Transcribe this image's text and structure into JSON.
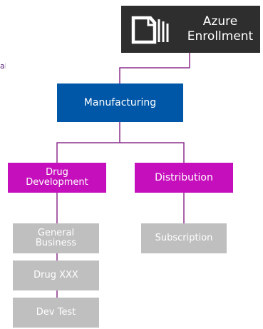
{
  "edge_text": "al",
  "enrollment": {
    "title_line1": "Azure",
    "title_line2": "Enrollment",
    "logo_icon": "document-stack-icon"
  },
  "departments": [
    {
      "label": "Manufacturing"
    }
  ],
  "accounts": [
    {
      "line1": "Drug",
      "line2": "Development"
    },
    {
      "line1": "Distribution",
      "line2": ""
    }
  ],
  "subscriptions": [
    {
      "line1": "General",
      "line2": "Business"
    },
    {
      "line1": "Drug XXX",
      "line2": ""
    },
    {
      "line1": "Dev Test",
      "line2": ""
    },
    {
      "line1": "Subscription",
      "line2": ""
    }
  ],
  "colors": {
    "enrollment": "#2e2e2e",
    "department": "#0057a8",
    "account": "#c60fbc",
    "subscription": "#bfbfbf",
    "connector": "#8a2f8c"
  }
}
